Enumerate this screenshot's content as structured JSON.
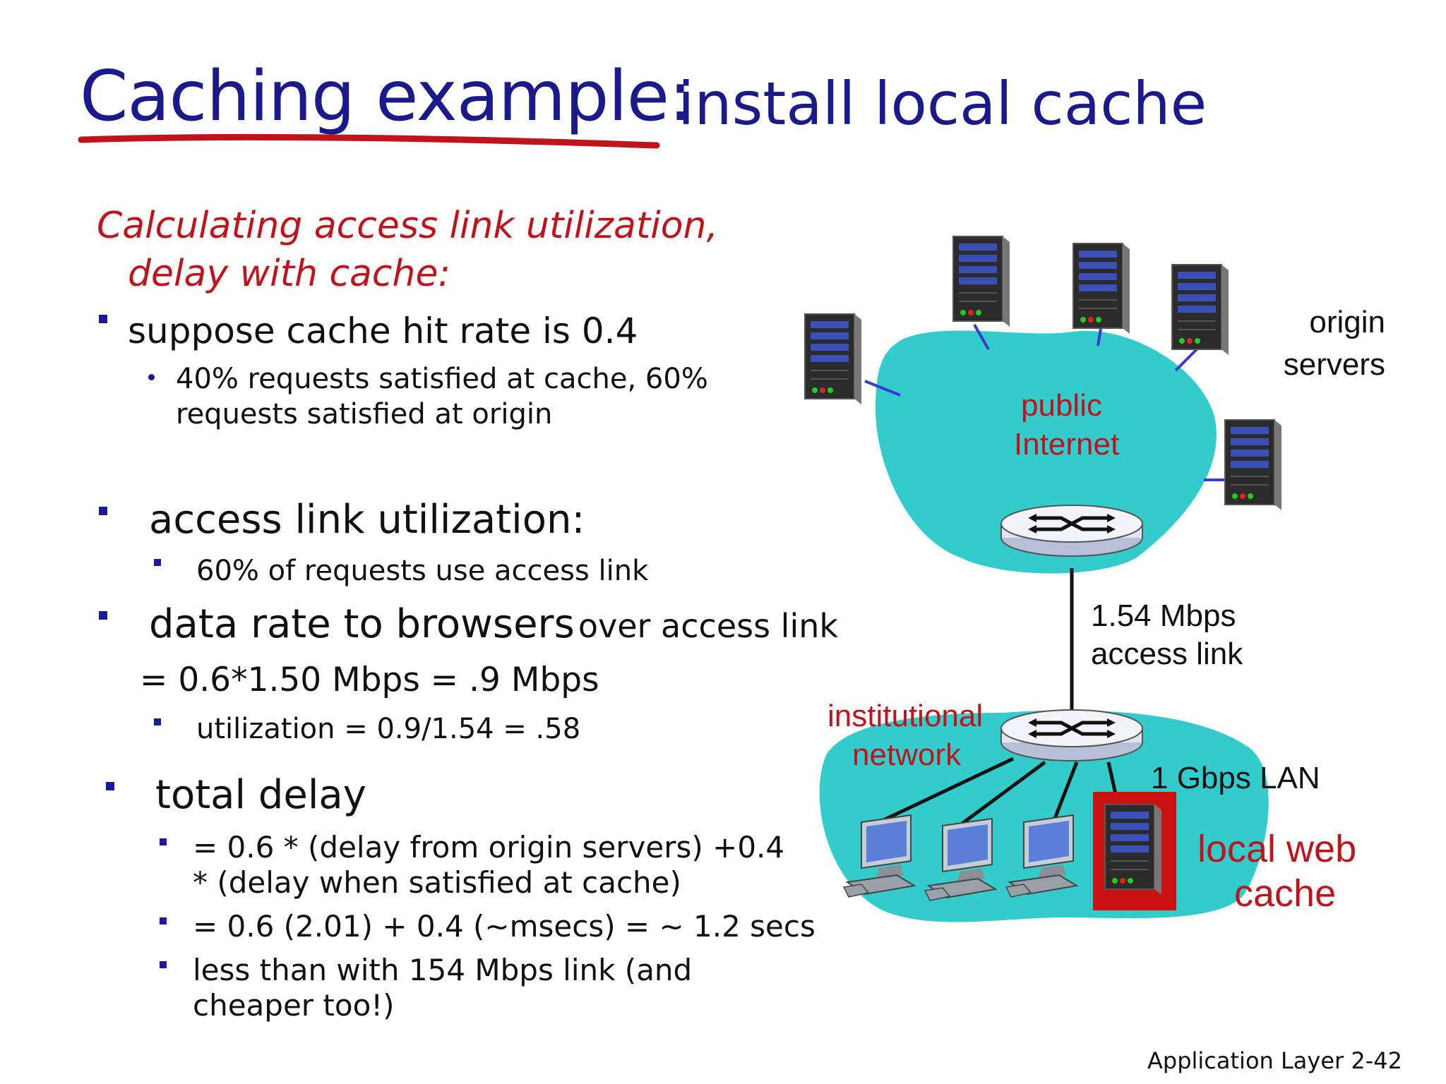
{
  "title": {
    "main": "Caching example:",
    "sub": "install local cache"
  },
  "heading": {
    "line1": "Calculating access link utilization,",
    "line2": "delay with cache:"
  },
  "bullets": {
    "hit_rate": "suppose cache hit rate is 0.4",
    "hit_detail_1": "40% requests satisfied at cache, 60%",
    "hit_detail_2": "requests satisfied at origin",
    "utilization": "access link utilization:",
    "utilization_detail": "60% of requests use access link",
    "data_rate_a": "data rate to browsers",
    "data_rate_b": "over access link",
    "data_rate_calc": "= 0.6*1.50 Mbps = .9 Mbps",
    "utilization_calc": "utilization = 0.9/1.54 = .58",
    "total_delay": "total delay",
    "delay_1a": "= 0.6 * (delay from origin servers) +0.4",
    "delay_1b": "* (delay when satisfied at cache)",
    "delay_2": "= 0.6 (2.01) + 0.4 (~msecs) = ~ 1.2 secs",
    "delay_3a": "less than with 154 Mbps link (and",
    "delay_3b": "cheaper too!)"
  },
  "diagram": {
    "origin_1": "origin",
    "origin_2": "servers",
    "public_1": "public",
    "public_2": "Internet",
    "access_1": "1.54 Mbps",
    "access_2": "access link",
    "inst_1": "institutional",
    "inst_2": "network",
    "lan": "1 Gbps LAN",
    "cache_1": "local web",
    "cache_2": "cache"
  },
  "footer": "Application Layer 2-42",
  "colors": {
    "title": "#1a1a8c",
    "accent_red": "#c0141c",
    "cloud": "#33cccc",
    "bullet": "#1a1a9c"
  }
}
